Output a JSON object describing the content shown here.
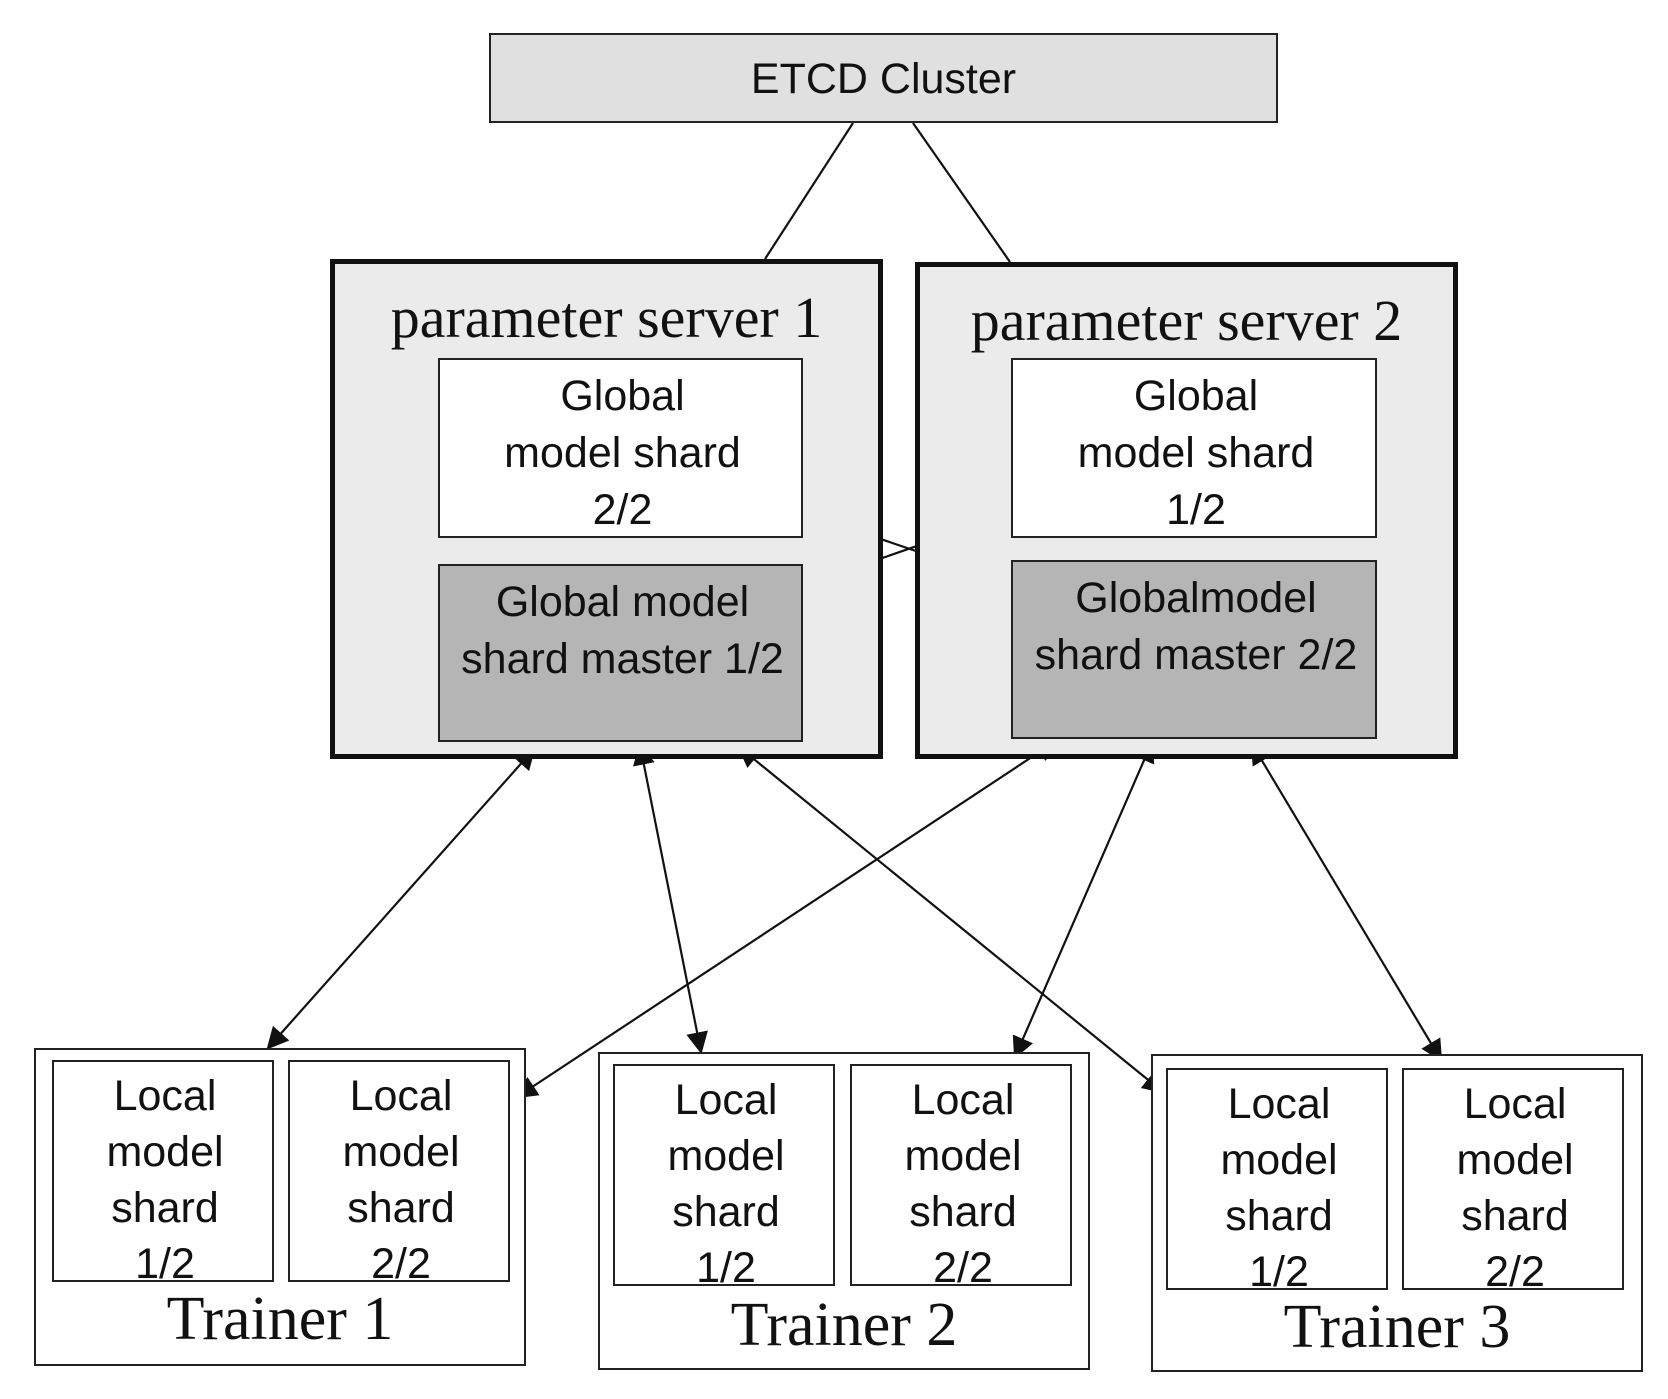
{
  "etcd": {
    "label": "ETCD Cluster"
  },
  "servers": [
    {
      "title": "parameter server 1",
      "shard": "Global model shard 2/2",
      "master": "Global model shard master 1/2"
    },
    {
      "title": "parameter server 2",
      "shard": "Global model shard 1/2",
      "master": "Globalmodel shard master 2/2"
    }
  ],
  "trainers": [
    {
      "label": "Trainer 1",
      "shards": [
        "Local model shard 1/2",
        "Local model shard 2/2"
      ]
    },
    {
      "label": "Trainer 2",
      "shards": [
        "Local model shard 1/2",
        "Local model shard 2/2"
      ]
    },
    {
      "label": "Trainer 3",
      "shards": [
        "Local model shard 1/2",
        "Local model shard 2/2"
      ]
    }
  ],
  "colors": {
    "etcd_fill": "#e0e0e0",
    "server_fill": "#ebebeb",
    "master_fill": "#b5b5b5",
    "shard_fill": "#ffffff",
    "line": "#111111"
  }
}
